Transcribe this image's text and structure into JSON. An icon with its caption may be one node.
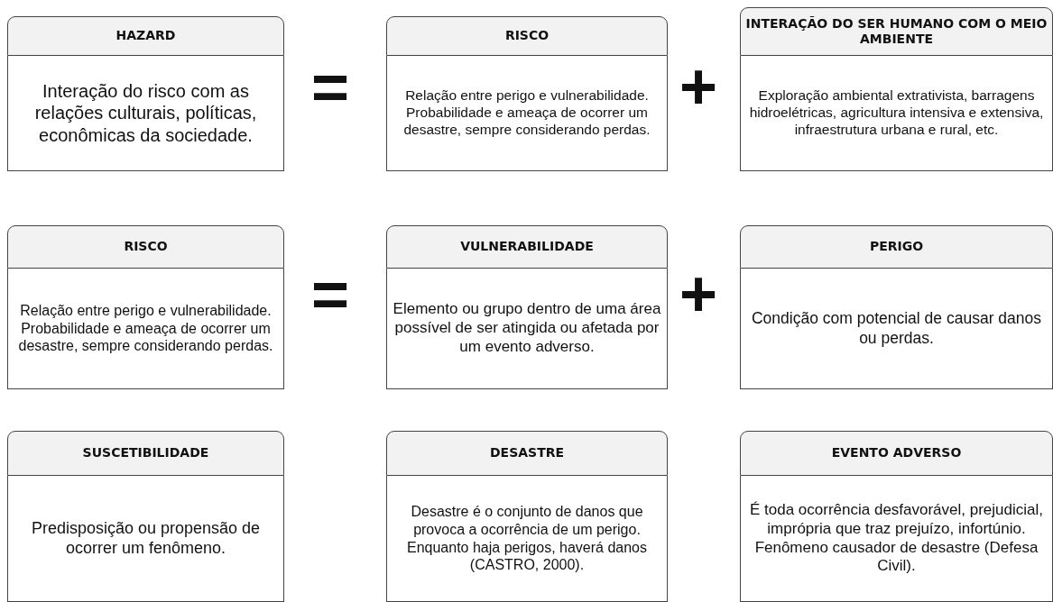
{
  "diagram": {
    "nodes": [
      {
        "text": [
          "HAZARD",
          "Interação do risco com as relações culturais, políticas, econômicas da sociedade."
        ]
      },
      {
        "text": [
          "RISCO",
          "Relação entre perigo e vulnerabilidade. Probabilidade e ameaça de ocorrer um desastre, sempre considerando perdas."
        ]
      },
      {
        "text": [
          "INTERAÇÃO DO SER HUMANO COM O MEIO AMBIENTE",
          "Exploração ambiental extrativista, barragens hidroelétricas, agricultura intensiva e extensiva, infraestrutura urbana e rural, etc."
        ]
      },
      {
        "text": [
          "RISCO",
          "Relação entre perigo e vulnerabilidade. Probabilidade e ameaça de ocorrer um desastre, sempre considerando perdas."
        ]
      },
      {
        "text": [
          "VULNERABILIDADE",
          "Elemento ou grupo dentro de uma área possível de ser atingida ou afetada por um evento adverso."
        ]
      },
      {
        "text": [
          "PERIGO",
          "Condição com potencial de causar danos ou perdas."
        ]
      },
      {
        "text": [
          "SUSCETIBILIDADE",
          "Predisposição ou propensão de ocorrer um fenômeno."
        ]
      },
      {
        "text": [
          "DESASTRE",
          "Desastre é o conjunto de danos que provoca a ocorrência de um perigo. Enquanto haja perigos, haverá danos (CASTRO, 2000)."
        ]
      },
      {
        "text": [
          "EVENTO ADVERSO",
          "É toda ocorrência desfavorável, prejudicial, imprópria que traz prejuízo, infortúnio. Fenômeno causador de desastre (Defesa Civil)."
        ]
      }
    ],
    "edges": [],
    "labels": [
      "=",
      "+",
      "=",
      "+"
    ]
  }
}
